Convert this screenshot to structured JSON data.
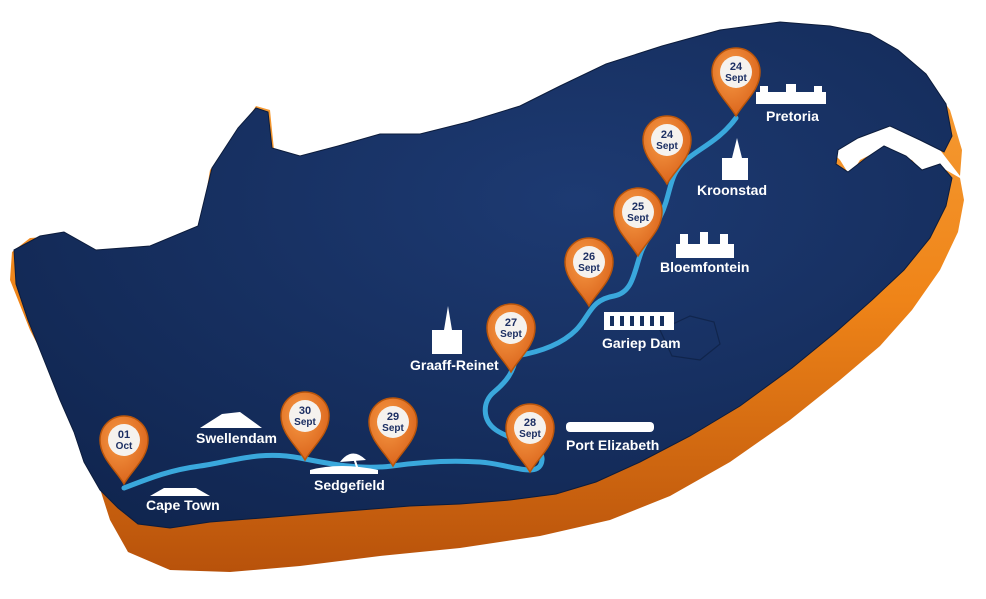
{
  "stops": [
    {
      "name": "Pretoria",
      "day": "24",
      "month": "Sept",
      "landmark": "monument-icon"
    },
    {
      "name": "Kroonstad",
      "day": "24",
      "month": "Sept",
      "landmark": "church-icon"
    },
    {
      "name": "Bloemfontein",
      "day": "25",
      "month": "Sept",
      "landmark": "building-icon"
    },
    {
      "name": "Gariep Dam",
      "day": "26",
      "month": "Sept",
      "landmark": "dam-icon"
    },
    {
      "name": "Graaff-Reinet",
      "day": "27",
      "month": "Sept",
      "landmark": "church-icon"
    },
    {
      "name": "Port Elizabeth",
      "day": "28",
      "month": "Sept",
      "landmark": "stadium-icon"
    },
    {
      "name": "Sedgefield",
      "day": "29",
      "month": "Sept",
      "landmark": "beach-umbrella-icon"
    },
    {
      "name": "Swellendam",
      "day": "30",
      "month": "Sept",
      "landmark": "mountain-icon"
    },
    {
      "name": "Cape Town",
      "day": "01",
      "month": "Oct",
      "landmark": "table-mountain-icon"
    }
  ],
  "colors": {
    "land": "#16305f",
    "land_shadow": "#0d1d40",
    "edge": "#f08a1c",
    "edge_dark": "#b9550a",
    "route": "#3aa8dc",
    "pin": "#e8761f",
    "pin_inner": "#f5f2ee"
  }
}
